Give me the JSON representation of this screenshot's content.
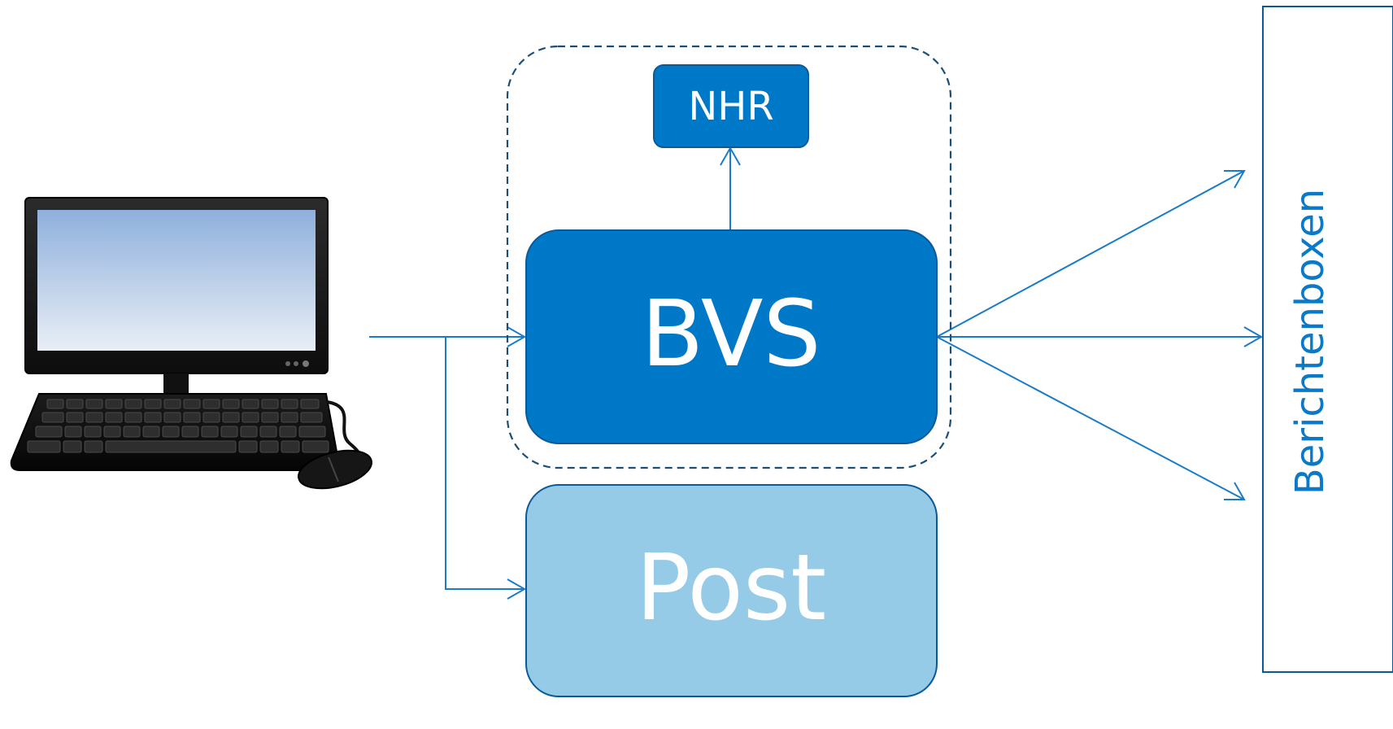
{
  "nodes": {
    "nhr": {
      "label": "NHR"
    },
    "bvs": {
      "label": "BVS"
    },
    "post": {
      "label": "Post"
    },
    "berichtenboxen": {
      "label": "Berichtenboxen"
    }
  },
  "colors": {
    "bvs_fill": "#0078c8",
    "post_fill": "#96cbe7",
    "stroke": "#0a5a9a",
    "arrow": "#1a7cc8",
    "vertical_text": "#0a7ac8"
  },
  "icons": {
    "computer": "desktop-computer-icon"
  }
}
